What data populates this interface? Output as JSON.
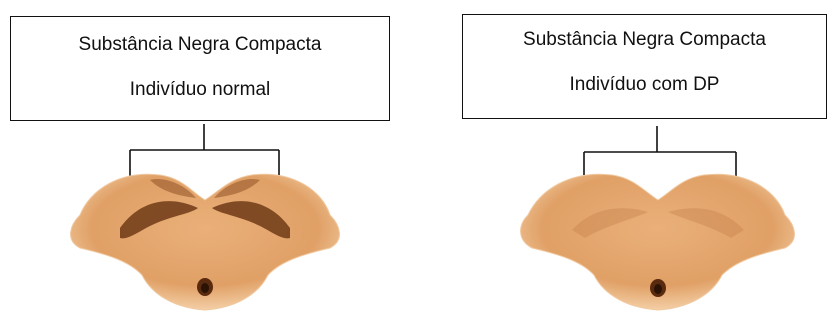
{
  "panels": [
    {
      "title": "Substância Negra Compacta",
      "subtitle": "Indivíduo normal"
    },
    {
      "title": "Substância Negra Compacta",
      "subtitle": "Indivíduo com DP"
    }
  ],
  "colors": {
    "tissue": "#e2a36a",
    "tissue_light": "#f3caa0",
    "pigment": "#6e3a16",
    "outline": "#111111"
  }
}
